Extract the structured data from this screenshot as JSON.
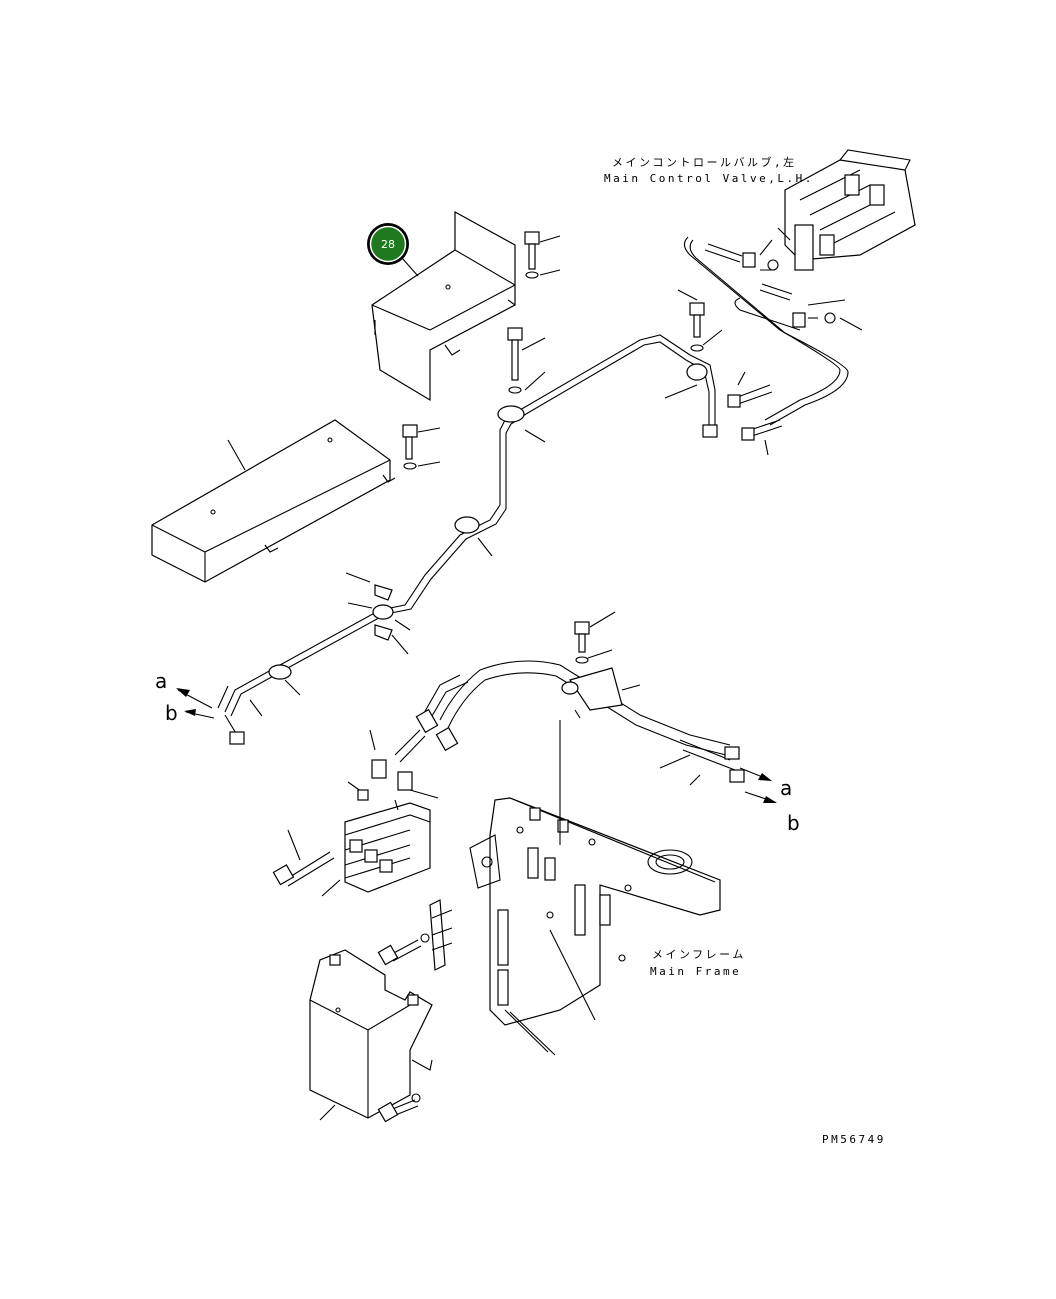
{
  "labels": {
    "main_valve_jp": "メインコントロールバルブ,左",
    "main_valve_en": "Main Control Valve,L.H.",
    "main_frame_jp": "メインフレーム",
    "main_frame_en": "Main Frame",
    "drawing_number": "PM56749"
  },
  "callout": {
    "number": "28",
    "color": "#1f7a1f"
  },
  "direction_markers": {
    "left_a": "a",
    "left_b": "b",
    "right_a": "a",
    "right_b": "b"
  }
}
